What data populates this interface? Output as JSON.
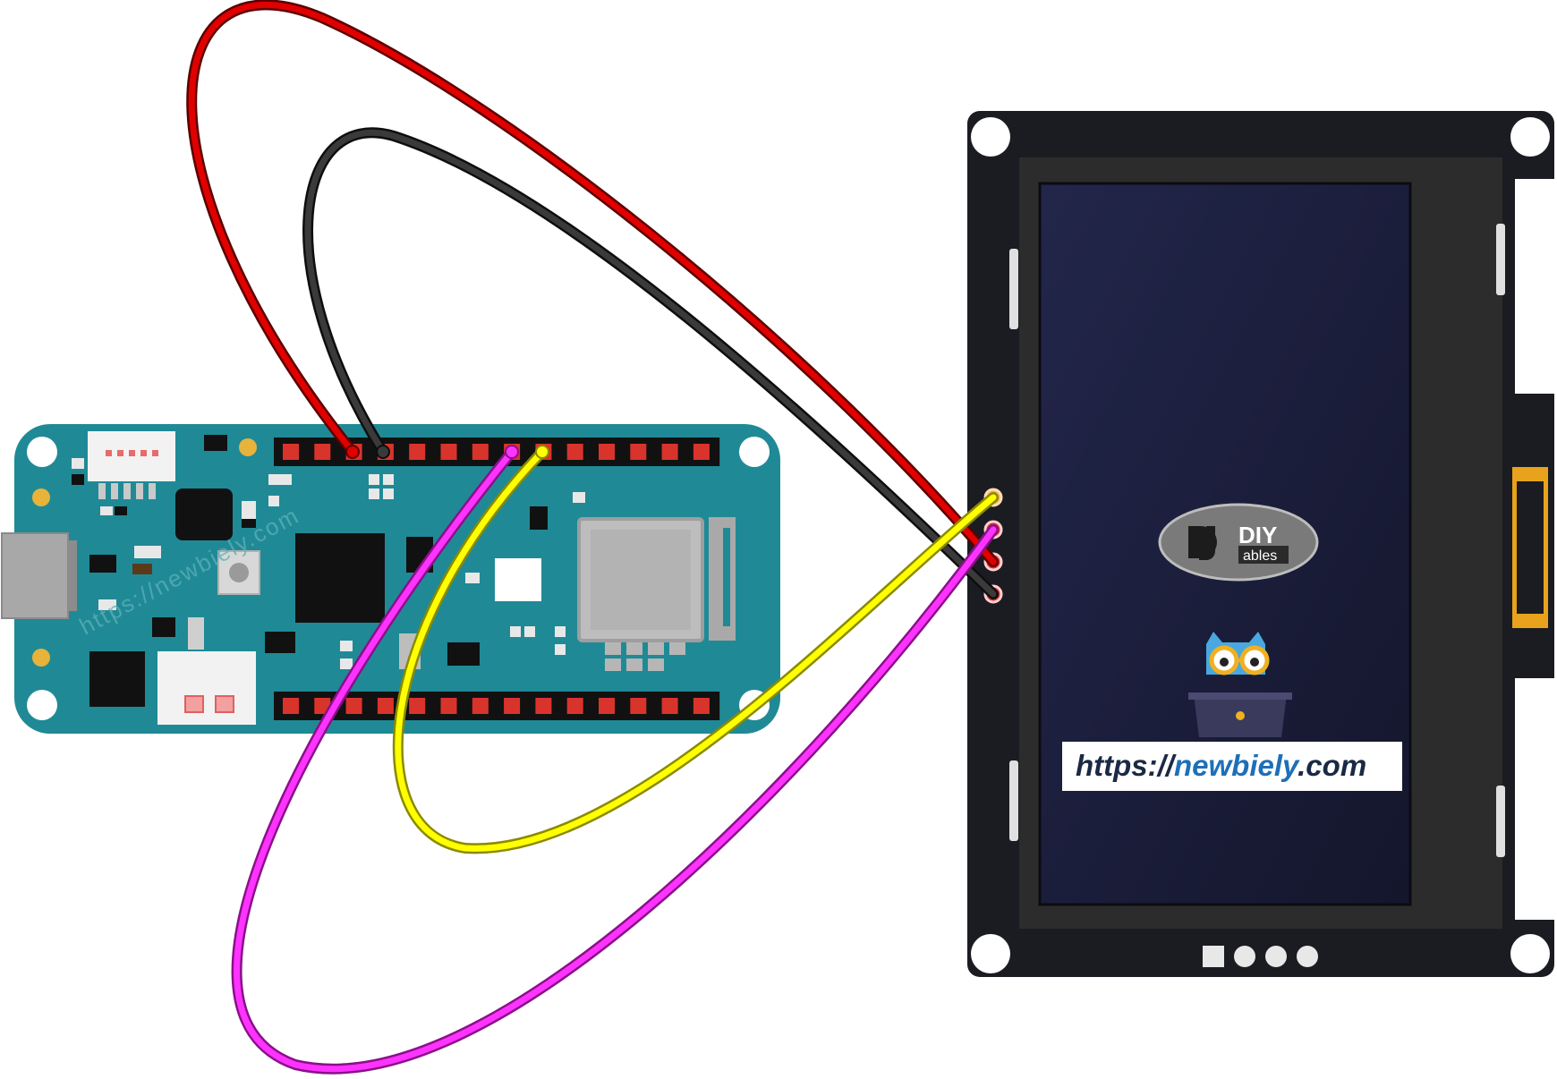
{
  "watermark": {
    "text": "https://newbiely.com"
  },
  "display_logo": {
    "diy": "DIY",
    "ables": "ables"
  },
  "website_banner": {
    "prefix": "https://",
    "domain": "newbiely",
    "suffix": ".com"
  },
  "colors": {
    "board": "#1f8a96",
    "board_dark": "#176f78",
    "oled_frame": "#1b1c22",
    "screen": "#1c1f3a",
    "wire_vcc": "#e00000",
    "wire_gnd": "#333333",
    "wire_sda": "#ffff00",
    "wire_scl": "#ff33ff",
    "header_pin": "#d9342b",
    "link_blue": "#1e6fb8",
    "text_dark": "#1a2a44"
  },
  "wires": [
    {
      "name": "red-wire",
      "color_key": "wire_vcc"
    },
    {
      "name": "black-wire",
      "color_key": "wire_gnd"
    },
    {
      "name": "yellow-wire",
      "color_key": "wire_sda"
    },
    {
      "name": "magenta-wire",
      "color_key": "wire_scl"
    }
  ]
}
